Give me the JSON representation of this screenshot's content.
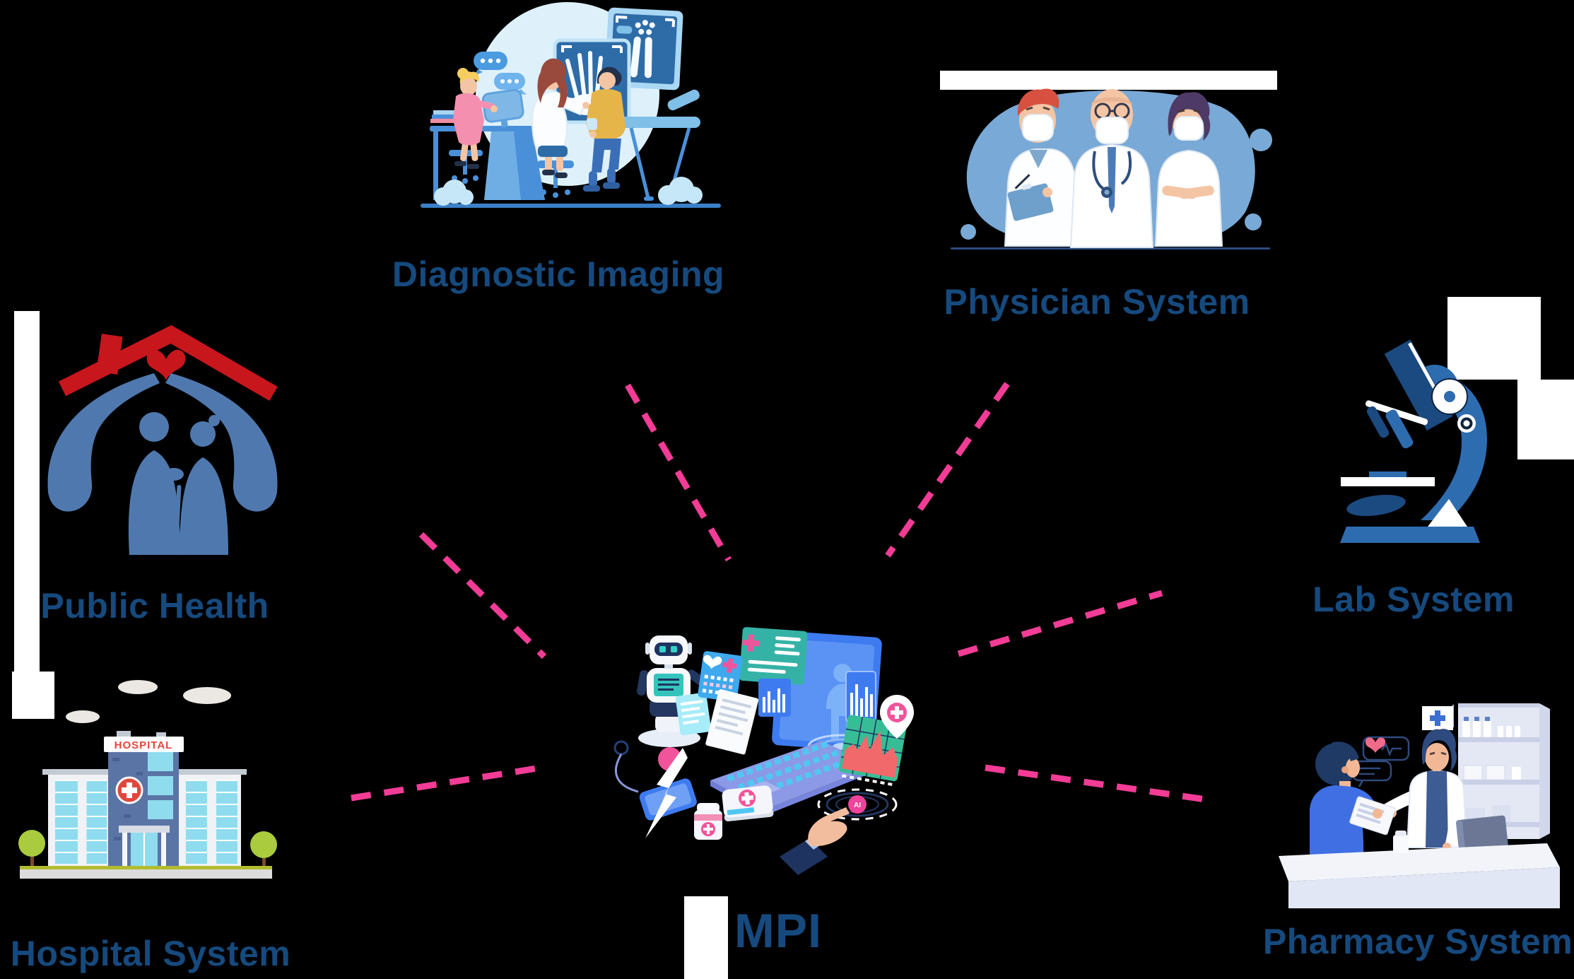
{
  "colors": {
    "connector_pink": "#F23C96",
    "label_navy": "#164A7E",
    "hospital_sign_red": "#E8453C"
  },
  "center_node": {
    "label": "MPI",
    "ai_button_label": "AI"
  },
  "nodes": [
    {
      "id": "diagnostic-imaging",
      "label": "Diagnostic Imaging"
    },
    {
      "id": "physician-system",
      "label": "Physician System"
    },
    {
      "id": "public-health",
      "label": "Public Health"
    },
    {
      "id": "lab-system",
      "label": "Lab System"
    },
    {
      "id": "hospital-system",
      "label": "Hospital System",
      "building_sign": "HOSPITAL"
    },
    {
      "id": "pharmacy-system",
      "label": "Pharmacy System"
    }
  ]
}
